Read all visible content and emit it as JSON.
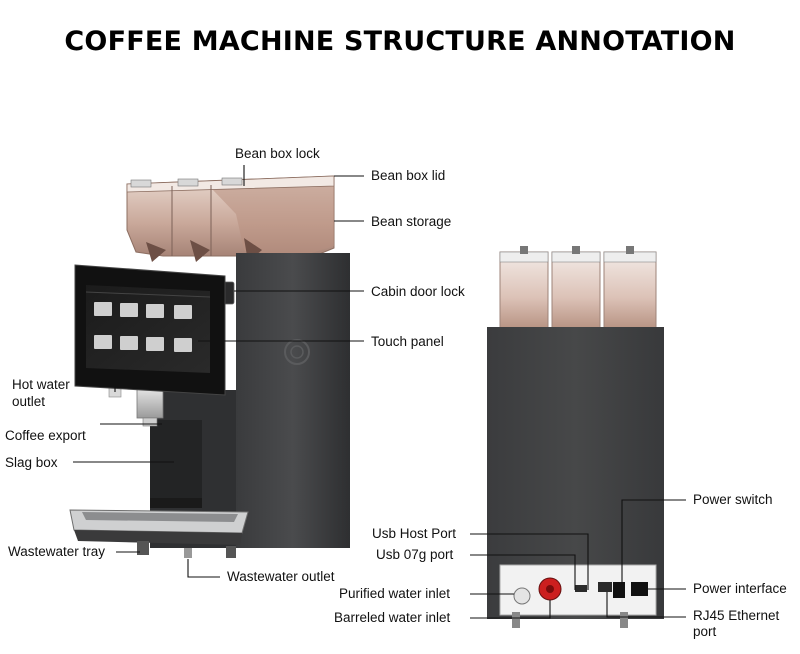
{
  "title": "COFFEE MACHINE STRUCTURE ANNOTATION",
  "front_labels": {
    "bean_box_lock": "Bean box lock",
    "bean_box_lid": "Bean box lid",
    "bean_storage": "Bean storage",
    "cabin_door_lock": "Cabin door lock",
    "touch_panel": "Touch panel",
    "hot_water_outlet_1": "Hot water",
    "hot_water_outlet_2": "outlet",
    "coffee_export": "Coffee export",
    "slag_box": "Slag box",
    "wastewater_tray": "Wastewater tray",
    "wastewater_outlet": "Wastewater outlet"
  },
  "back_labels": {
    "usb_host_port": "Usb Host Port",
    "usb_07g_port": "Usb 07g port",
    "purified_water_inlet": "Purified water inlet",
    "barreled_water_inlet": "Barreled water inlet",
    "power_switch": "Power switch",
    "power_interface": "Power interface",
    "rj45_1": "RJ45 Ethernet",
    "rj45_2": "port"
  }
}
